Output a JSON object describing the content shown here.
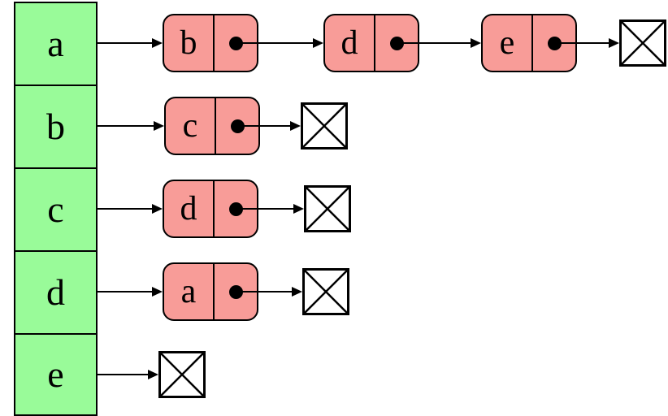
{
  "diagram_title": "",
  "colors": {
    "array_fill": "#99FB99",
    "node_fill": "#F89C98",
    "stroke": "#000000",
    "null_fill": "#FFFFFF",
    "background": "#FFFFFF"
  },
  "icons": {
    "pointer_dot": "●",
    "null_marker": "⊠"
  },
  "rows": [
    {
      "head": "a",
      "nodes": [
        {
          "label": "b"
        },
        {
          "label": "d"
        },
        {
          "label": "e"
        }
      ],
      "null_terminated": true
    },
    {
      "head": "b",
      "nodes": [
        {
          "label": "c"
        }
      ],
      "null_terminated": true
    },
    {
      "head": "c",
      "nodes": [
        {
          "label": "d"
        }
      ],
      "null_terminated": true
    },
    {
      "head": "d",
      "nodes": [
        {
          "label": "a"
        }
      ],
      "null_terminated": true
    },
    {
      "head": "e",
      "nodes": [],
      "null_terminated": true
    }
  ]
}
